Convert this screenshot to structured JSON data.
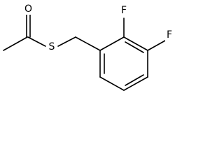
{
  "structure": {
    "atoms": {
      "oxygen": "O",
      "sulfur": "S",
      "fluorine_top": "F",
      "fluorine_right": "F"
    },
    "colors": {
      "bond": "#000000",
      "label": "#000000",
      "background": "#ffffff"
    }
  }
}
